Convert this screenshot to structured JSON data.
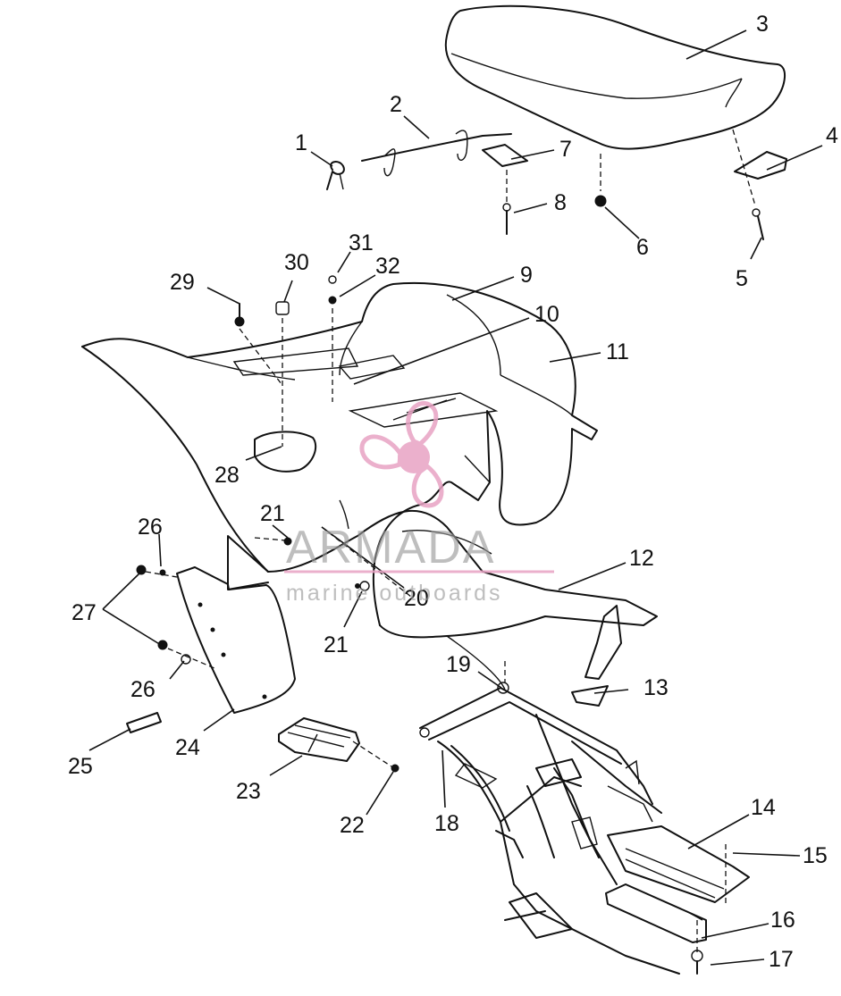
{
  "callouts": [
    "1",
    "2",
    "3",
    "4",
    "5",
    "6",
    "7",
    "8",
    "9",
    "10",
    "11",
    "12",
    "13",
    "14",
    "15",
    "16",
    "17",
    "18",
    "19",
    "20",
    "21",
    "21",
    "22",
    "23",
    "24",
    "25",
    "26",
    "26",
    "27",
    "28",
    "29",
    "30",
    "31",
    "32"
  ],
  "watermark": {
    "brand": "ARMADA",
    "tagline": "marine outboards",
    "logo_color": "#e8a3c4"
  }
}
